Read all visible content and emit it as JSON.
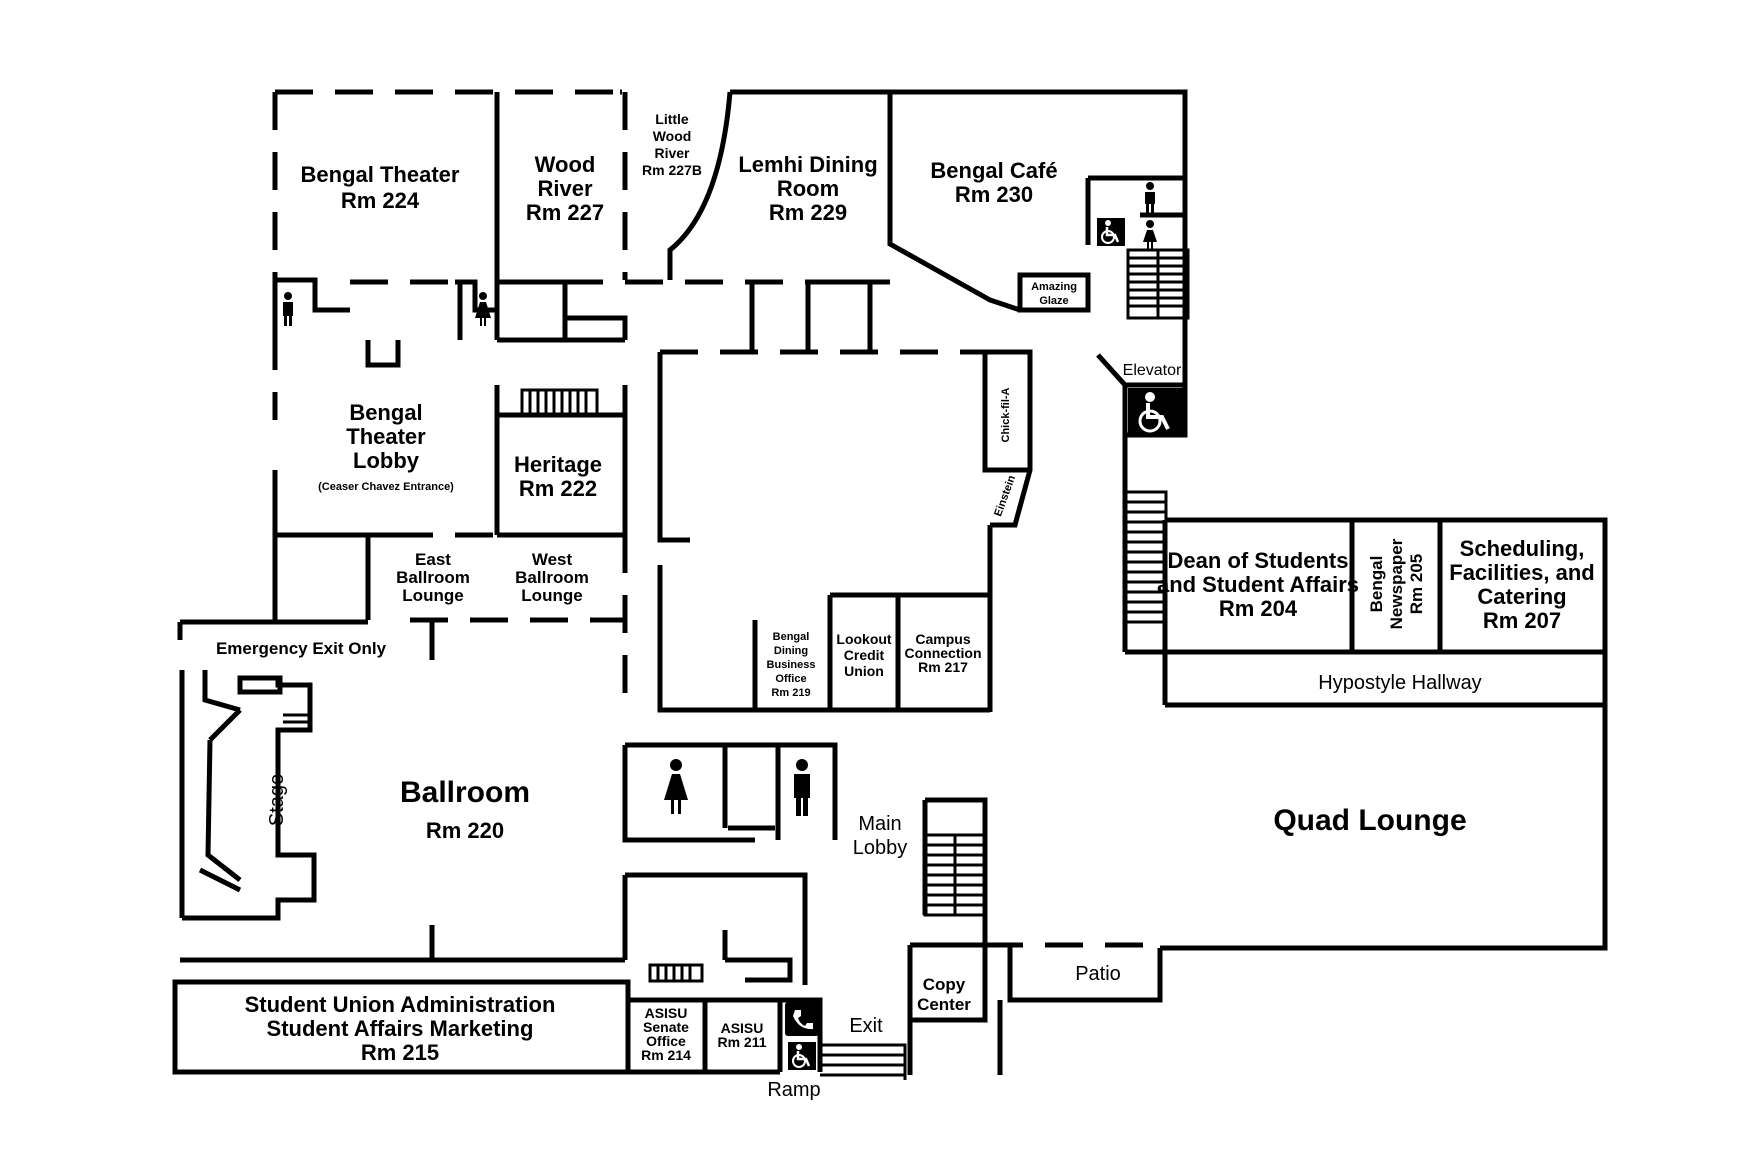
{
  "rooms": {
    "bengal_theater": {
      "name": "Bengal Theater",
      "room": "Rm 224"
    },
    "wood_river": {
      "line1": "Wood",
      "line2": "River",
      "room": "Rm 227"
    },
    "little_wood_river": {
      "line1": "Little",
      "line2": "Wood",
      "line3": "River",
      "room": "Rm 227B"
    },
    "lemhi_dining": {
      "line1": "Lemhi Dining",
      "line2": "Room",
      "room": "Rm 229"
    },
    "bengal_cafe": {
      "name": "Bengal Café",
      "room": "Rm 230"
    },
    "amazing_glaze": {
      "line1": "Amazing",
      "line2": "Glaze"
    },
    "elevator": "Elevator",
    "bengal_theater_lobby": {
      "line1": "Bengal",
      "line2": "Theater",
      "line3": "Lobby",
      "note": "(Ceaser Chavez Entrance)"
    },
    "heritage": {
      "name": "Heritage",
      "room": "Rm 222"
    },
    "chick_fil_a": "Chick-fil-A",
    "einstein": "Einstein",
    "east_ballroom_lounge": {
      "line1": "East",
      "line2": "Ballroom",
      "line3": "Lounge"
    },
    "west_ballroom_lounge": {
      "line1": "West",
      "line2": "Ballroom",
      "line3": "Lounge"
    },
    "dean_of_students": {
      "line1": "Dean of Students",
      "line2": "and Student Affairs",
      "room": "Rm 204"
    },
    "bengal_newspaper": {
      "line1": "Bengal",
      "line2": "Newspaper",
      "room": "Rm 205"
    },
    "scheduling": {
      "line1": "Scheduling,",
      "line2": "Facilities, and",
      "line3": "Catering",
      "room": "Rm 207"
    },
    "emergency_exit": "Emergency Exit Only",
    "bengal_dining_office": {
      "line1": "Bengal",
      "line2": "Dining",
      "line3": "Business",
      "line4": "Office",
      "room": "Rm 219"
    },
    "lookout_credit_union": {
      "line1": "Lookout",
      "line2": "Credit",
      "line3": "Union"
    },
    "campus_connection": {
      "line1": "Campus",
      "line2": "Connection",
      "room": "Rm 217"
    },
    "hypostyle_hallway": "Hypostyle Hallway",
    "stage": "Stage",
    "ballroom": {
      "name": "Ballroom",
      "room": "Rm 220"
    },
    "main_lobby": {
      "line1": "Main",
      "line2": "Lobby"
    },
    "quad_lounge": "Quad Lounge",
    "copy_center": {
      "line1": "Copy",
      "line2": "Center"
    },
    "patio": "Patio",
    "student_union_admin": {
      "line1": "Student Union Administration",
      "line2": "Student Affairs Marketing",
      "room": "Rm 215"
    },
    "asisu_senate": {
      "line1": "ASISU",
      "line2": "Senate",
      "line3": "Office",
      "room": "Rm 214"
    },
    "asisu_211": {
      "line1": "ASISU",
      "room": "Rm 211"
    },
    "exit": "Exit",
    "ramp": "Ramp"
  },
  "icons": {
    "restroom_men": "man-icon",
    "restroom_women": "woman-icon",
    "accessible": "wheelchair-icon",
    "phone": "phone-icon",
    "stairs": "stairs-icon"
  }
}
